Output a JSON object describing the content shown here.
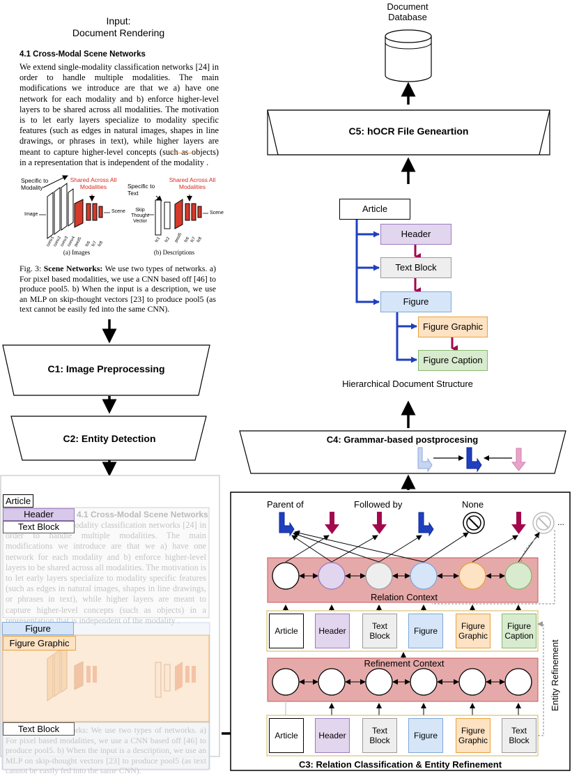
{
  "input": {
    "title_line1": "Input:",
    "title_line2": "Document Rendering",
    "section_heading": "4.1   Cross-Modal Scene Networks",
    "paragraph": "We extend single-modality classification networks [24] in order to handle multiple modalities. The main modifications we introduce are that we a) have one network for each modality and b) enforce higher-level layers to be shared across all modalities. The motivation is to let early layers specialize to modality specific features (such as edges in natural images, shapes in line drawings, or phrases in text), while higher layers are meant to capture higher-level concepts (such as objects) in a representation that is independent of the modality .",
    "fig_a": {
      "specific_label": "Specific to Modality",
      "shared_label": "Shared Across All Modalities",
      "input_label": "Image",
      "output_label": "Scene",
      "caption": "(a) Images",
      "layers": [
        "conv1",
        "conv2",
        "conv3",
        "conv4",
        "pool5",
        "fc6",
        "fc7",
        "fc8"
      ]
    },
    "fig_b": {
      "specific_label": "Specific to Text",
      "shared_label": "Shared Across All Modalities",
      "input_label": "Skip Thought Vector",
      "output_label": "Scene",
      "caption": "(b) Descriptions",
      "layers": [
        "fc1",
        "fc2",
        "pool5",
        "fc6",
        "fc7",
        "fc8"
      ]
    },
    "fig_caption_prefix": "Fig. 3: ",
    "fig_caption_bold": "Scene Networks:",
    "fig_caption_text": " We use two types of networks. a) For pixel based modalities, we use a CNN based off [46] to produce pool5. b) When the input is a description, we use an MLP on skip-thought vectors [23] to produce pool5 (as text cannot be easily fed into the same CNN)."
  },
  "stages": {
    "c1": "C1: Image Preprocessing",
    "c2": "C2: Entity Detection",
    "c3": "C3: Relation Classification & Entity Refinement",
    "c4": "C4: Grammar-based postprocesing",
    "c5": "C5: hOCR File Geneartion"
  },
  "database": {
    "line1": "Document",
    "line2": "Database"
  },
  "detection": {
    "article": "Article",
    "header": "Header",
    "text_block_1": "Text Block",
    "figure": "Figure",
    "figure_graphic": "Figure Graphic",
    "text_block_2": "Text Block",
    "ghost_heading": "4.1  Cross-Modal Scene Networks",
    "ghost_caption": "Fig. 3: Scene Networks: We use two types of networks. a) For pixel based modalities, we use a CNN based off [46] to produce pool5. b) When the input is a description, we use an MLP on skip-thought vectors [23] to produce pool5 (as text cannot be easily fed into the same CNN)."
  },
  "hierarchy": {
    "title": "Hierarchical Document Structure",
    "nodes": {
      "article": "Article",
      "header": "Header",
      "text_block": "Text Block",
      "figure": "Figure",
      "figure_graphic": "Figure Graphic",
      "figure_caption": "Figure Caption"
    }
  },
  "relations": {
    "parent_of": "Parent of",
    "followed_by": "Followed by",
    "none": "None",
    "ellipsis": "...",
    "relation_context": "Relation Context",
    "refinement_context": "Refinement Context",
    "entity_refinement": "Entity Refinement",
    "refined_row": [
      "Article",
      "Header",
      "Text Block",
      "Figure",
      "Figure Graphic",
      "Figure Caption"
    ],
    "input_row": [
      "Article",
      "Header",
      "Text Block",
      "Figure",
      "Figure Graphic",
      "Text Block"
    ]
  },
  "colors": {
    "blue_arrow": "#1f3fbf",
    "crimson_arrow": "#a3084e",
    "purple_fill": "#e2d5ee",
    "purple_border": "#9a7bbf",
    "gray_fill": "#eeeeee",
    "gray_border": "#9a9a9a",
    "blue_fill": "#d6e6f8",
    "blue_border": "#7fa7d8",
    "orange_fill": "#fde2c3",
    "orange_border": "#e8a13c",
    "green_fill": "#d8ebcf",
    "green_border": "#86b96e",
    "context_fill": "#e6a9a9",
    "context_border": "#c45a5a",
    "detect_orange": "#f6b877",
    "detect_blue": "#a9c4e6"
  }
}
